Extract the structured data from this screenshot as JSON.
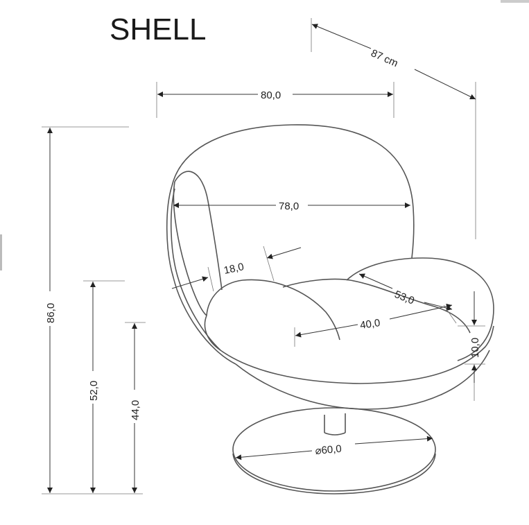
{
  "title": "SHELL",
  "dimensions": {
    "diagonal_depth": "87 cm",
    "total_width": "80,0",
    "inner_width": "78,0",
    "armrest": "18,0",
    "seat_side": "53,0",
    "seat_depth": "40,0",
    "cushion_thickness": "10,0",
    "total_height": "86,0",
    "arm_height": "52,0",
    "seat_height": "44,0",
    "base_diameter": "⌀60,0"
  },
  "colors": {
    "outline": "#555555",
    "line": "#333333",
    "text": "#222222"
  }
}
